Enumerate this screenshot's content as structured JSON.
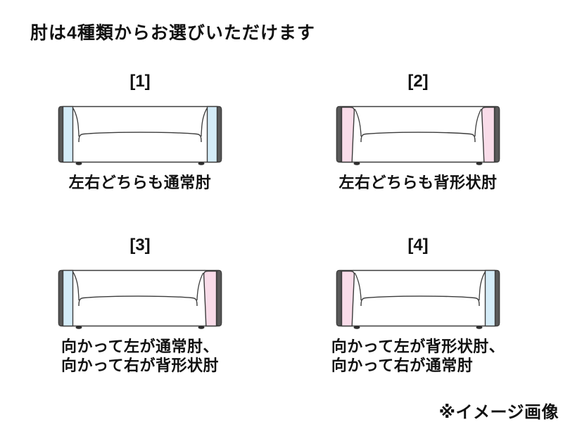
{
  "title": "肘は4種類からお選びいただけます",
  "disclaimer": "※イメージ画像",
  "colors": {
    "arm_normal": "#d4ecf8",
    "arm_back": "#f9dce9",
    "outline": "#3c3c3c",
    "arm_edge": "#595959",
    "feet": "#2f2f2f",
    "body_fill": "#ffffff"
  },
  "options": [
    {
      "id": "[1]",
      "left_arm": "normal",
      "right_arm": "normal",
      "caption_lines": [
        "左右どちらも通常肘",
        ""
      ]
    },
    {
      "id": "[2]",
      "left_arm": "back",
      "right_arm": "back",
      "caption_lines": [
        "左右どちらも背形状肘",
        ""
      ]
    },
    {
      "id": "[3]",
      "left_arm": "normal",
      "right_arm": "back",
      "caption_lines": [
        "向かって左が通常肘、",
        "向かって右が背形状肘"
      ]
    },
    {
      "id": "[4]",
      "left_arm": "back",
      "right_arm": "normal",
      "caption_lines": [
        "向かって左が背形状肘、",
        "向かって右が通常肘"
      ]
    }
  ]
}
